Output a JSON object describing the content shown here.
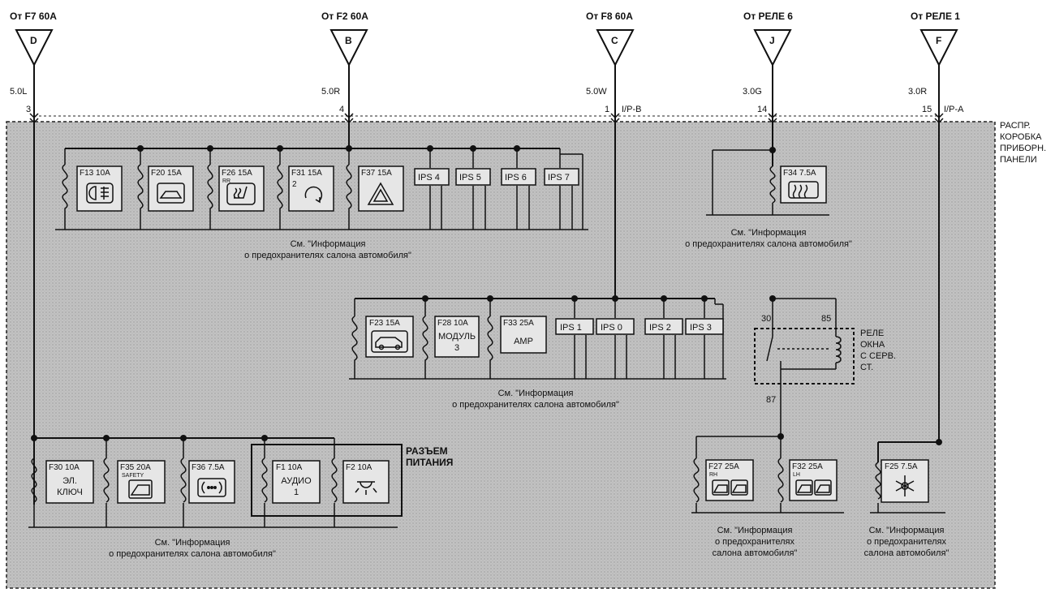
{
  "feeds": [
    {
      "source": "От F7 60A",
      "letter": "D",
      "wire": "5.0L",
      "pin": "3",
      "connector": ""
    },
    {
      "source": "От F2 60A",
      "letter": "B",
      "wire": "5.0R",
      "pin": "4",
      "connector": ""
    },
    {
      "source": "От F8 60A",
      "letter": "C",
      "wire": "5.0W",
      "pin": "1",
      "connector": "I/P-B"
    },
    {
      "source": "От РЕЛЕ 6",
      "letter": "J",
      "wire": "3.0G",
      "pin": "14",
      "connector": ""
    },
    {
      "source": "От РЕЛЕ 1",
      "letter": "F",
      "wire": "3.0R",
      "pin": "15",
      "connector": "I/P-A"
    }
  ],
  "junction_box": {
    "line1": "РАСПР.",
    "line2": "КОРОБКА",
    "line3": "ПРИБОРН.",
    "line4": "ПАНЕЛИ"
  },
  "fuses": {
    "f13": {
      "label": "F13 10A",
      "icon": "fog-lamp-icon"
    },
    "f20": {
      "label": "F20 15A",
      "icon": "trunk-icon"
    },
    "f26": {
      "label": "F26 15A",
      "sub": "RR",
      "icon": "seat-heater-icon"
    },
    "f31": {
      "label": "F31 15A",
      "sub": "2",
      "icon": "circular-arrow-icon"
    },
    "f37": {
      "label": "F37 15A",
      "icon": "hazard-icon"
    },
    "f34": {
      "label": "F34 7.5A",
      "icon": "rear-defogger-icon"
    },
    "f23": {
      "label": "F23 15A",
      "icon": "car-icon"
    },
    "f28": {
      "label": "F28 10A",
      "text1": "МОДУЛЬ",
      "text2": "3"
    },
    "f33": {
      "label": "F33 25A",
      "text1": "AMP"
    },
    "f30": {
      "label": "F30 10A",
      "text1": "ЭЛ.",
      "text2": "КЛЮЧ"
    },
    "f35": {
      "label": "F35 20A",
      "sub": "SAFETY",
      "icon": "power-window-icon"
    },
    "f36": {
      "label": "F36 7.5A",
      "icon": "wheel-icon"
    },
    "f1": {
      "label": "F1 10A",
      "text1": "АУДИО",
      "text2": "1"
    },
    "f2": {
      "label": "F2 10A",
      "icon": "interior-lamp-icon"
    },
    "f27": {
      "label": "F27 25A",
      "sub": "RH",
      "icon": "power-window-icon"
    },
    "f32": {
      "label": "F32 25A",
      "sub": "LH",
      "icon": "power-window-icon"
    },
    "f25": {
      "label": "F25 7.5A",
      "icon": "ac-snowflake-icon"
    }
  },
  "ips": {
    "i4": "IPS 4",
    "i5": "IPS 5",
    "i6": "IPS 6",
    "i7": "IPS 7",
    "i1": "IPS 1",
    "i0": "IPS 0",
    "i2": "IPS 2",
    "i3": "IPS 3"
  },
  "relay": {
    "pin30": "30",
    "pin85": "85",
    "pin87": "87",
    "line1": "РЕЛЕ",
    "line2": "ОКНА",
    "line3": "С СЕРВ.",
    "line4": "СТ."
  },
  "connector": {
    "line1": "РАЗЪЕМ",
    "line2": "ПИТАНИЯ"
  },
  "notes": {
    "n1": [
      "См. \"Информация",
      "о предохранителях салона автомобиля\""
    ],
    "n2": [
      "См. \"Информация",
      "о предохранителях салона автомобиля\""
    ],
    "n3": [
      "См. \"Информация",
      "о предохранителях салона автомобиля\""
    ],
    "n4": [
      "См. \"Информация",
      "о предохранителях салона автомобиля\""
    ],
    "n5": [
      "См. \"Информация",
      "о предохранителях",
      "салона автомобиля\""
    ],
    "n6": [
      "См. \"Информация",
      "о предохранителях",
      "салона автомобиля\""
    ]
  },
  "colors": {
    "panel": "#bdbdbd",
    "line": "#111111",
    "box": "#e6e6e6"
  }
}
